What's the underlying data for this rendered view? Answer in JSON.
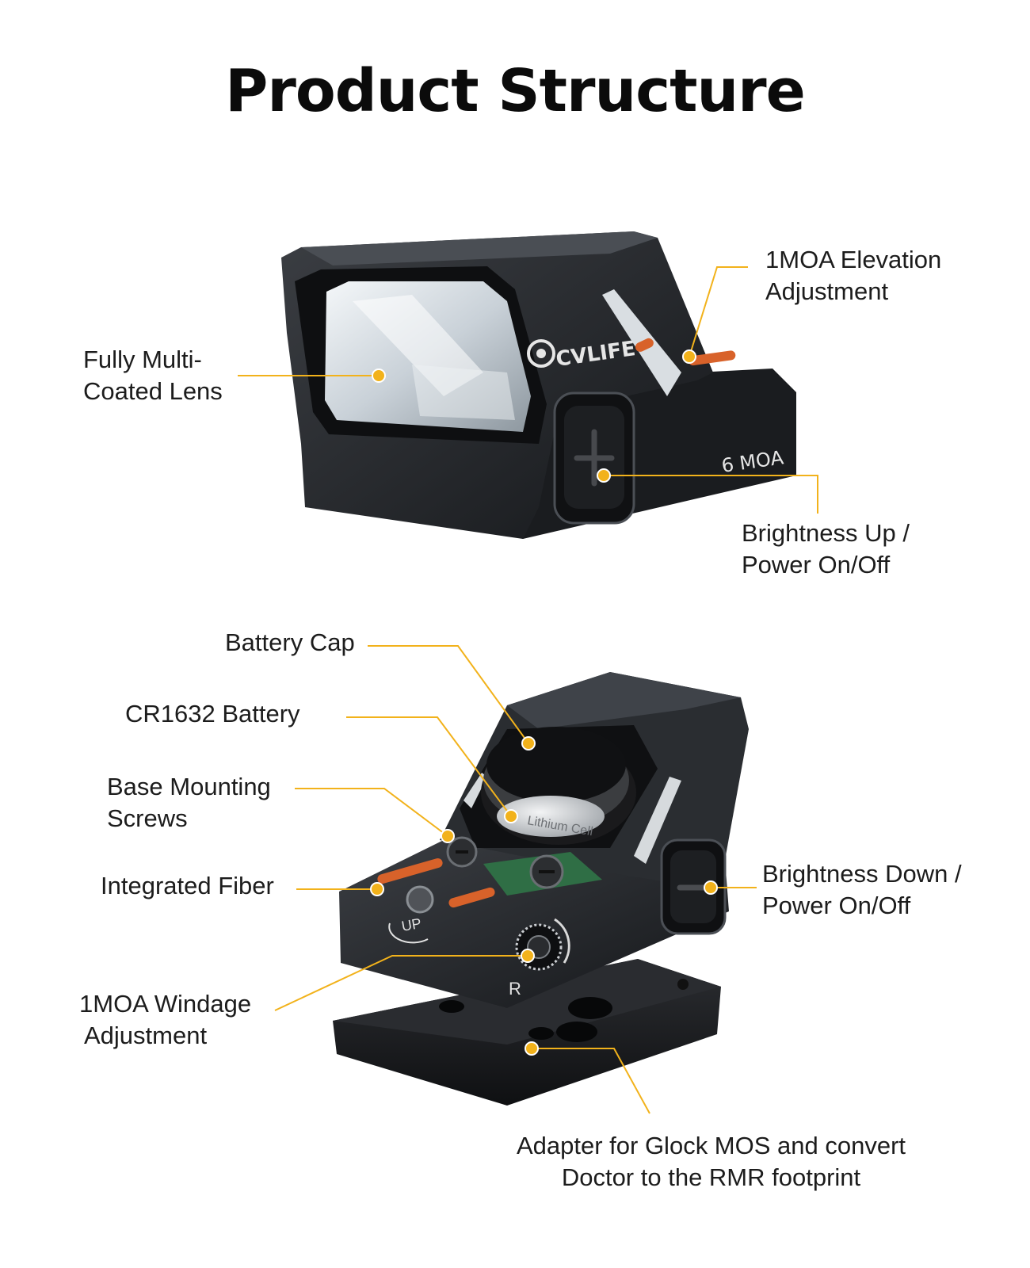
{
  "title": "Product Structure",
  "colors": {
    "leader": "#f2b21b",
    "body": "#1f2124",
    "bodyEdge": "#3a3d42",
    "lens": "#cfd6dc",
    "fiber": "#d8622a"
  },
  "top_view": {
    "brand_logo": "CVLIFE",
    "reticle_marking": "6 MOA",
    "labels": {
      "lens": [
        "Fully Multi-",
        "Coated Lens"
      ],
      "elevation": [
        "1MOA Elevation",
        "Adjustment"
      ],
      "brightness_up": [
        "Brightness Up /",
        "Power On/Off"
      ]
    }
  },
  "bottom_view": {
    "dial_markings": {
      "up": "UP",
      "right": "R"
    },
    "battery_print": "Lithium Cell",
    "labels": {
      "battery_cap": [
        "Battery Cap"
      ],
      "battery": [
        "CR1632 Battery"
      ],
      "screws": [
        "Base Mounting",
        "Screws"
      ],
      "fiber": [
        "Integrated Fiber"
      ],
      "windage": [
        "1MOA Windage",
        "Adjustment"
      ],
      "brightness_down": [
        "Brightness Down /",
        "Power On/Off"
      ],
      "adapter": [
        "Adapter for Glock MOS and convert",
        "Doctor to the RMR footprint"
      ]
    }
  }
}
